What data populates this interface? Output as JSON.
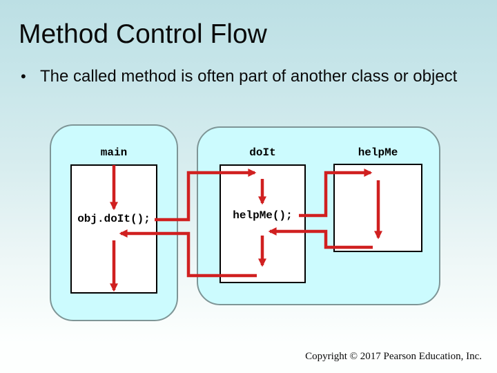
{
  "slide": {
    "title": "Method Control Flow",
    "bullet": {
      "marker": "•",
      "text": "The called method is often part of another class or object"
    },
    "footer": "Copyright © 2017 Pearson Education, Inc."
  },
  "diagram": {
    "methods": [
      {
        "name": "main",
        "code": "obj.doIt();"
      },
      {
        "name": "doIt",
        "code": "helpMe();"
      },
      {
        "name": "helpMe",
        "code": ""
      }
    ],
    "flows": [
      "main calls obj.doIt() into doIt",
      "doIt calls helpMe() into helpMe",
      "helpMe returns to doIt",
      "doIt returns to main"
    ],
    "colors": {
      "arrow": "#d02020",
      "container_fill": "#ccfbfe",
      "container_border": "#7e9596",
      "method_box_fill": "#ffffff",
      "method_box_border": "#000000"
    }
  }
}
